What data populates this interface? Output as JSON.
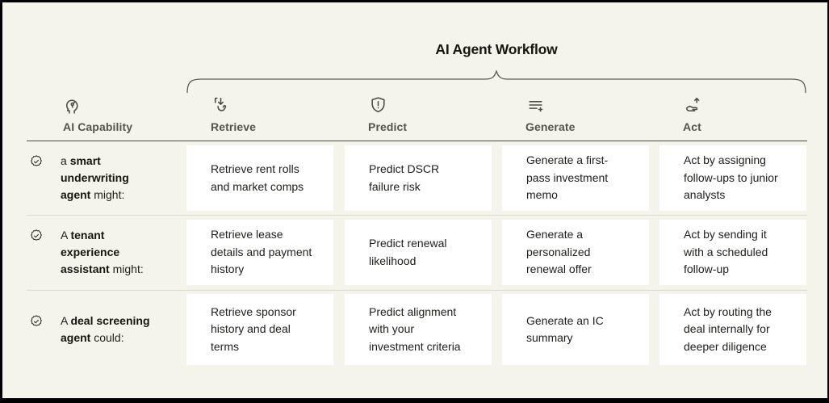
{
  "title": "AI Agent Workflow",
  "colors": {
    "background": "#f5f4eb",
    "card": "#ffffff",
    "frame_border": "#000000",
    "title_text": "#16160f",
    "body_text": "#21211c",
    "header_text": "#56544a",
    "header_divider": "#4c4b43",
    "row_divider": "#dcdbd0",
    "icon_stroke": "#4d4c44"
  },
  "columns": [
    {
      "id": "capability",
      "label": "AI Capability",
      "icon": "head-circuit-icon"
    },
    {
      "id": "retrieve",
      "label": "Retrieve",
      "icon": "hand-download-icon"
    },
    {
      "id": "predict",
      "label": "Predict",
      "icon": "shield-alert-icon"
    },
    {
      "id": "generate",
      "label": "Generate",
      "icon": "lines-plus-icon"
    },
    {
      "id": "act",
      "label": "Act",
      "icon": "hand-arrow-up-icon"
    }
  ],
  "rows": [
    {
      "capability": {
        "prefix": "a ",
        "bold": "smart underwriting agent",
        "suffix": " might:"
      },
      "cells": {
        "retrieve": "Retrieve rent rolls and market comps",
        "predict": "Predict DSCR failure risk",
        "generate": "Generate a first-pass investment memo",
        "act": "Act by assigning follow-ups to junior analysts"
      }
    },
    {
      "capability": {
        "prefix": "A ",
        "bold": "tenant experience assistant",
        "suffix": " might:"
      },
      "cells": {
        "retrieve": "Retrieve lease details and payment history",
        "predict": "Predict renewal likelihood",
        "generate": "Generate a personalized renewal offer",
        "act": "Act by sending it with a scheduled follow-up"
      }
    },
    {
      "capability": {
        "prefix": "A ",
        "bold": "deal screening agent",
        "suffix": " could:"
      },
      "cells": {
        "retrieve": "Retrieve sponsor history and deal terms",
        "predict": "Predict alignment with your investment criteria",
        "generate": "Generate an IC summary",
        "act": "Act by routing the deal internally for deeper diligence"
      }
    }
  ]
}
